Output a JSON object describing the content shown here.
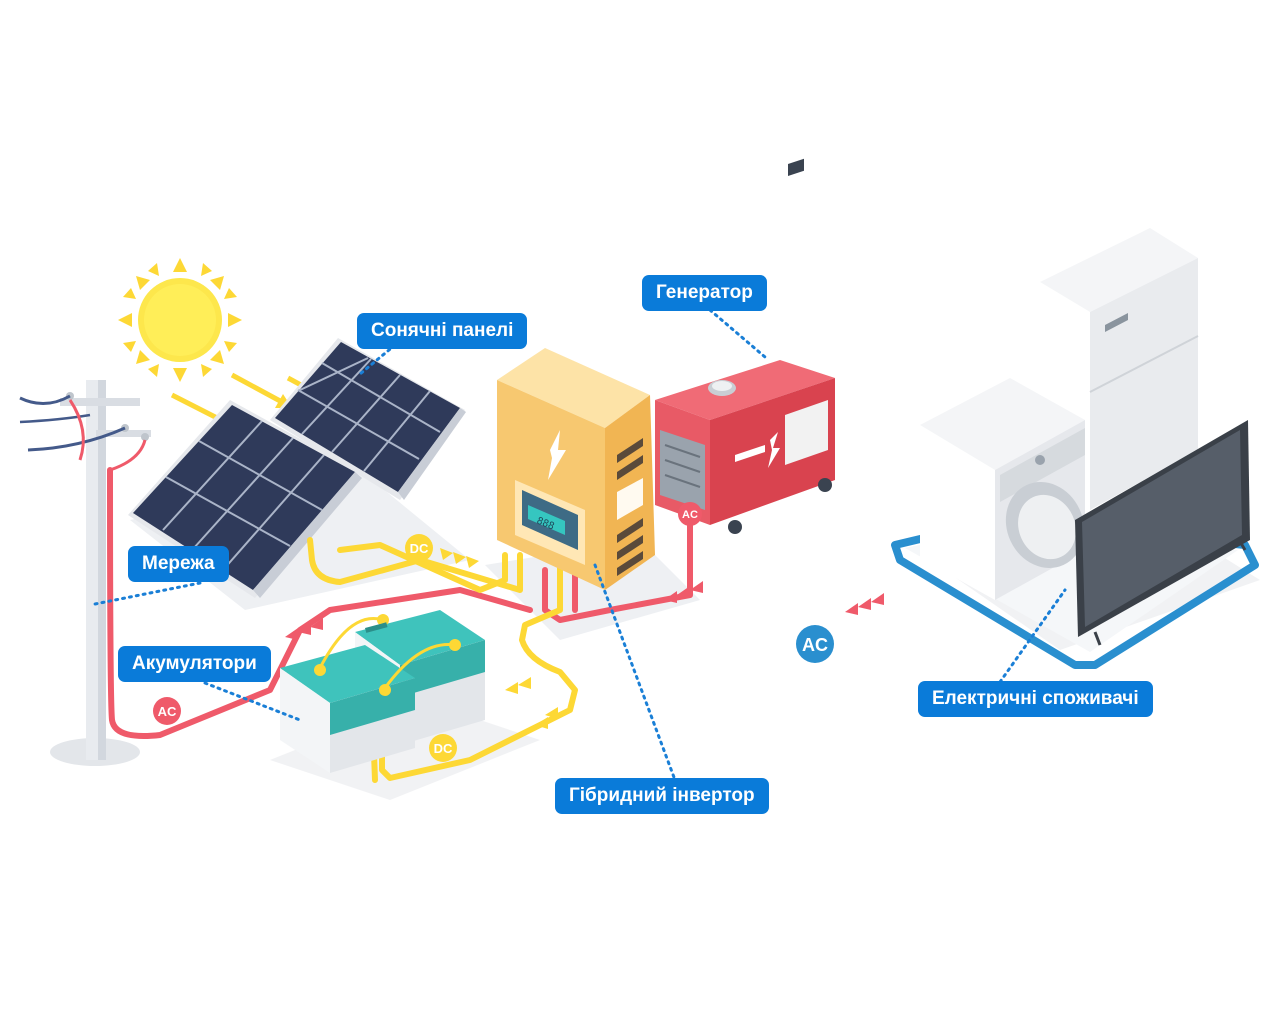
{
  "labels": {
    "grid": "Мережа",
    "solar_panels": "Сонячні панелі",
    "generator": "Генератор",
    "batteries": "Акумулятори",
    "hybrid_inverter": "Гібридний інвертор",
    "consumers": "Електричні споживачі"
  },
  "badges": {
    "dc": "DC",
    "ac": "AC"
  },
  "inverter_display": "888",
  "colors": {
    "label_bg": "#0a7bd9",
    "dc_line": "#fdd835",
    "ac_line": "#ef5a6a",
    "consumer_line": "#2a8fcf",
    "inverter": "#f7c870",
    "generator": "#e8525f",
    "battery": "#3fc3bc"
  }
}
